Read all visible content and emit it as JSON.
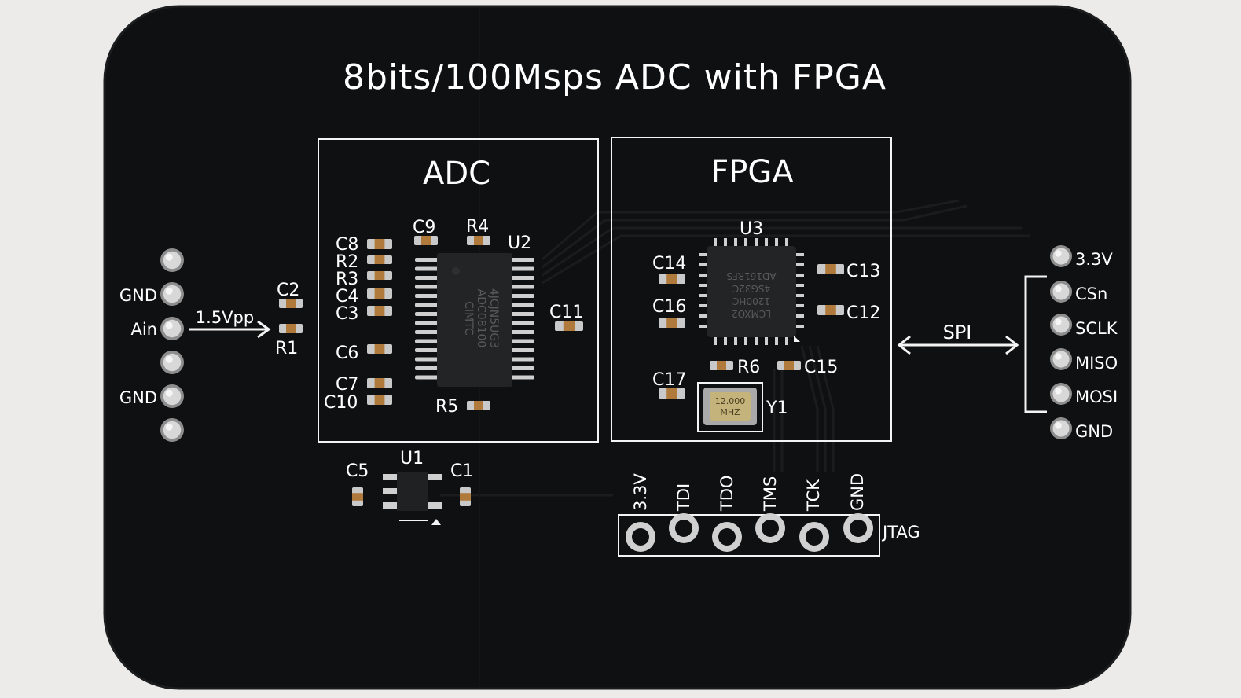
{
  "board": {
    "title": "8bits/100Msps ADC with FPGA",
    "adc_box_label": "ADC",
    "fpga_box_label": "FPGA",
    "colors": {
      "pcb": "#0f1011",
      "silk": "#f4f4f4",
      "pad": "#c9c9c9",
      "background": "#ecebea"
    }
  },
  "left_header": {
    "labels": [
      "GND",
      "Ain",
      "GND"
    ],
    "signal_label": "1.5Vpp"
  },
  "right_header": {
    "labels": [
      "3.3V",
      "CSn",
      "SCLK",
      "MISO",
      "MOSI",
      "GND"
    ],
    "bus_label": "SPI"
  },
  "jtag": {
    "label": "JTAG",
    "pins": [
      "3.3V",
      "TDI",
      "TDO",
      "TMS",
      "TCK",
      "GND"
    ]
  },
  "components": {
    "C1": "C1",
    "C2": "C2",
    "C3": "C3",
    "C4": "C4",
    "C5": "C5",
    "C6": "C6",
    "C7": "C7",
    "C8": "C8",
    "C9": "C9",
    "C10": "C10",
    "C11": "C11",
    "C12": "C12",
    "C13": "C13",
    "C14": "C14",
    "C15": "C15",
    "C16": "C16",
    "C17": "C17",
    "R1": "R1",
    "R2": "R2",
    "R3": "R3",
    "R4": "R4",
    "R5": "R5",
    "R6": "R6",
    "U1": "U1",
    "U2": "U2",
    "U3": "U3",
    "Y1": "Y1"
  },
  "chip_markings": {
    "adc": [
      "4JCJN5UG3",
      "ADC08100",
      "CIMTC"
    ],
    "fpga": [
      "LCMXO2",
      "1200HC",
      "4SG32C",
      "AD161RFS"
    ],
    "crystal": [
      "12.000",
      "MHZ"
    ]
  }
}
